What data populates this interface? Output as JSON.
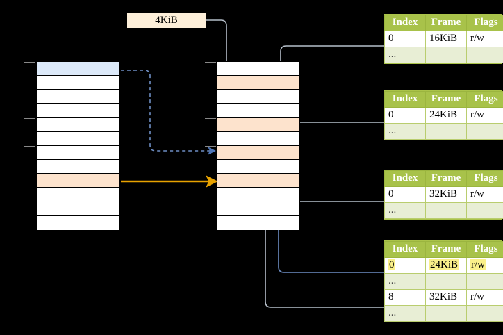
{
  "diagram": {
    "title_label": "4KiB",
    "size_box": {
      "label": "4KiB"
    },
    "left_column": {
      "name": "virtual-address-space",
      "rows": [
        {
          "fill": "blue"
        },
        {
          "fill": "white"
        },
        {
          "fill": "white"
        },
        {
          "fill": "white"
        },
        {
          "fill": "white"
        },
        {
          "fill": "white"
        },
        {
          "fill": "white"
        },
        {
          "fill": "white"
        },
        {
          "fill": "peach"
        },
        {
          "fill": "white"
        },
        {
          "fill": "white"
        },
        {
          "fill": "white"
        }
      ]
    },
    "middle_column": {
      "name": "physical-memory",
      "rows": [
        {
          "fill": "white"
        },
        {
          "fill": "peach"
        },
        {
          "fill": "white"
        },
        {
          "fill": "white"
        },
        {
          "fill": "peach"
        },
        {
          "fill": "white"
        },
        {
          "fill": "peach"
        },
        {
          "fill": "white"
        },
        {
          "fill": "peach"
        },
        {
          "fill": "white"
        },
        {
          "fill": "white"
        },
        {
          "fill": "white"
        }
      ]
    },
    "tables": [
      {
        "name": "page-table-1",
        "headers": [
          "Index",
          "Frame",
          "Flags"
        ],
        "rows": [
          {
            "cells": [
              "0",
              "16KiB",
              "r/w"
            ],
            "alt": false,
            "highlight": []
          },
          {
            "cells": [
              "...",
              "",
              ""
            ],
            "alt": true,
            "highlight": []
          }
        ]
      },
      {
        "name": "page-table-2",
        "headers": [
          "Index",
          "Frame",
          "Flags"
        ],
        "rows": [
          {
            "cells": [
              "0",
              "24KiB",
              "r/w"
            ],
            "alt": false,
            "highlight": []
          },
          {
            "cells": [
              "...",
              "",
              ""
            ],
            "alt": true,
            "highlight": []
          }
        ]
      },
      {
        "name": "page-table-3",
        "headers": [
          "Index",
          "Frame",
          "Flags"
        ],
        "rows": [
          {
            "cells": [
              "0",
              "32KiB",
              "r/w"
            ],
            "alt": false,
            "highlight": []
          },
          {
            "cells": [
              "...",
              "",
              ""
            ],
            "alt": true,
            "highlight": []
          }
        ]
      },
      {
        "name": "page-table-4",
        "headers": [
          "Index",
          "Frame",
          "Flags"
        ],
        "rows": [
          {
            "cells": [
              "0",
              "24KiB",
              "r/w"
            ],
            "alt": false,
            "highlight": [
              0,
              1,
              2
            ]
          },
          {
            "cells": [
              "...",
              "",
              ""
            ],
            "alt": true,
            "highlight": []
          },
          {
            "cells": [
              "8",
              "32KiB",
              "r/w"
            ],
            "alt": false,
            "highlight": []
          },
          {
            "cells": [
              "...",
              "",
              ""
            ],
            "alt": true,
            "highlight": []
          }
        ]
      }
    ],
    "colors": {
      "background": "#000000",
      "cell_blue": "#dce9f9",
      "cell_peach": "#fde3cd",
      "size_box": "#fdefd9",
      "table_header": "#a8c24a",
      "table_alt_row": "#e8eed5",
      "highlight_yellow": "#faf08a",
      "arrow_blue": "#5b7fbd",
      "arrow_orange": "#e8a200",
      "arrow_gray": "#b8b8b8"
    }
  }
}
